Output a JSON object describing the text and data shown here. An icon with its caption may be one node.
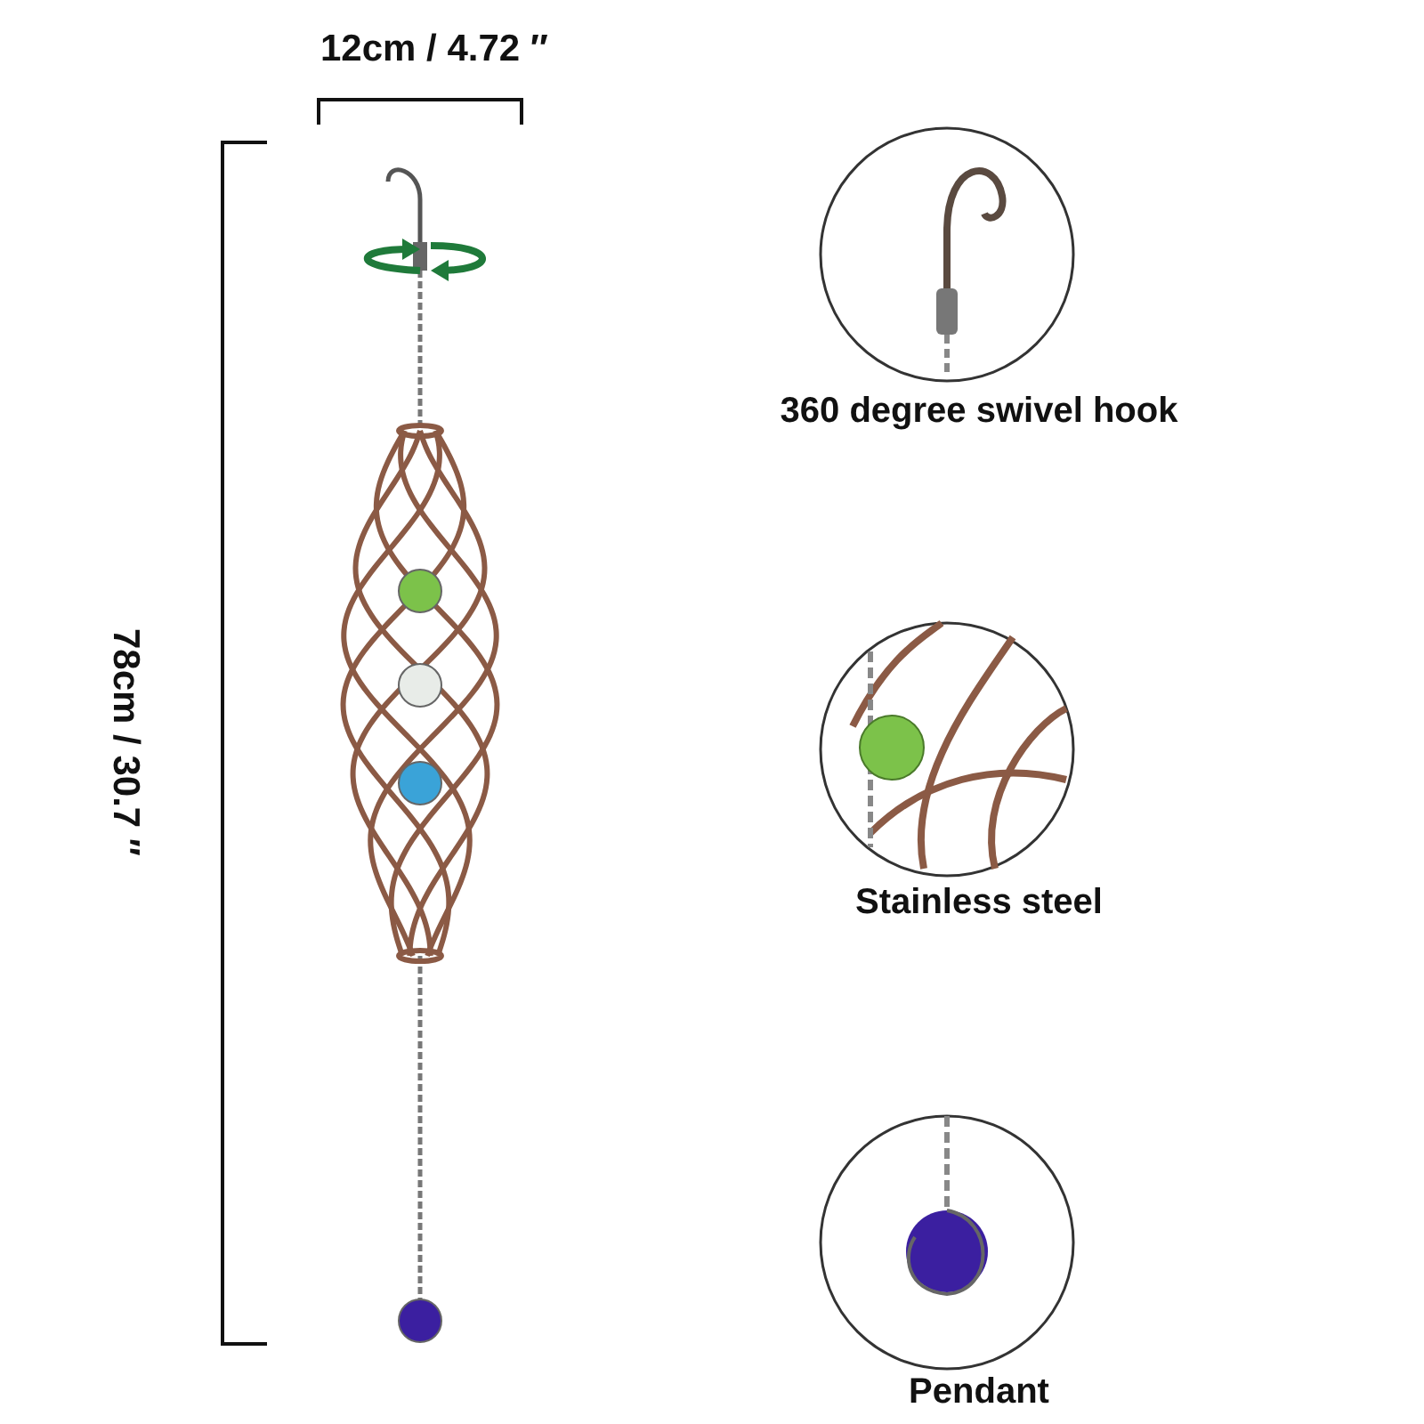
{
  "diagram": {
    "nodes": [
      {
        "text": [
          "360 degree swivel hook"
        ]
      },
      {
        "text": [
          "Stainless steel"
        ]
      },
      {
        "text": [
          "Pendant"
        ]
      }
    ],
    "labels": [
      "12cm / 4.72 ″",
      "78cm / 30.7 ″"
    ]
  }
}
